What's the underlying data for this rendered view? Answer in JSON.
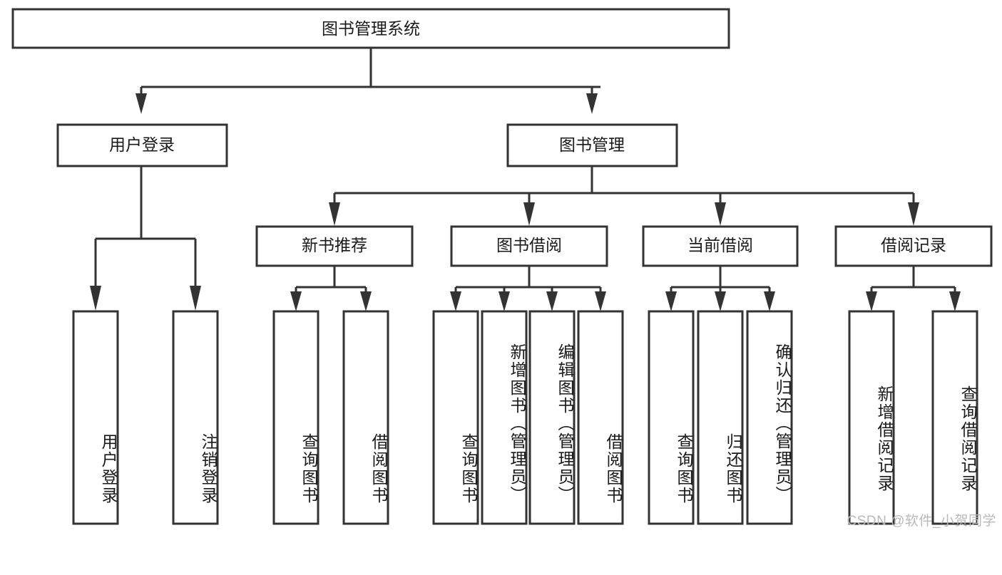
{
  "diagram": {
    "type": "tree-hierarchy-chart",
    "title": "图书管理系统",
    "watermark": "CSDN @软件_小贺同学",
    "colors": {
      "stroke": "#333333",
      "box_fill": "#ffffff",
      "text": "#1a1a1a",
      "background": "#ffffff",
      "watermark": "#b9b9b9"
    },
    "root": {
      "label": "图书管理系统"
    },
    "level2": [
      {
        "id": "user-login",
        "label": "用户登录"
      },
      {
        "id": "book-management",
        "label": "图书管理"
      }
    ],
    "level3": [
      {
        "id": "new-book-recommend",
        "label": "新书推荐",
        "parent": "book-management"
      },
      {
        "id": "book-borrow",
        "label": "图书借阅",
        "parent": "book-management"
      },
      {
        "id": "current-borrow",
        "label": "当前借阅",
        "parent": "book-management"
      },
      {
        "id": "borrow-record",
        "label": "借阅记录",
        "parent": "book-management"
      }
    ],
    "leaves": {
      "user-login": [
        {
          "id": "leaf-user-login",
          "label": "用户登录"
        },
        {
          "id": "leaf-user-logout",
          "label": "注销登录"
        }
      ],
      "new-book-recommend": [
        {
          "id": "leaf-query-book-1",
          "label": "查询图书"
        },
        {
          "id": "leaf-borrow-book-1",
          "label": "借阅图书"
        }
      ],
      "book-borrow": [
        {
          "id": "leaf-query-book-2",
          "label": "查询图书"
        },
        {
          "id": "leaf-add-book",
          "label": "新增图书（管理员）"
        },
        {
          "id": "leaf-edit-book",
          "label": "编辑图书（管理员）"
        },
        {
          "id": "leaf-borrow-book-2",
          "label": "借阅图书"
        }
      ],
      "current-borrow": [
        {
          "id": "leaf-query-book-3",
          "label": "查询图书"
        },
        {
          "id": "leaf-return-book",
          "label": "归还图书"
        },
        {
          "id": "leaf-confirm-return",
          "label": "确认归还（管理员）"
        }
      ],
      "borrow-record": [
        {
          "id": "leaf-add-record",
          "label": "新增借阅记录"
        },
        {
          "id": "leaf-query-record",
          "label": "查询借阅记录"
        }
      ]
    }
  }
}
